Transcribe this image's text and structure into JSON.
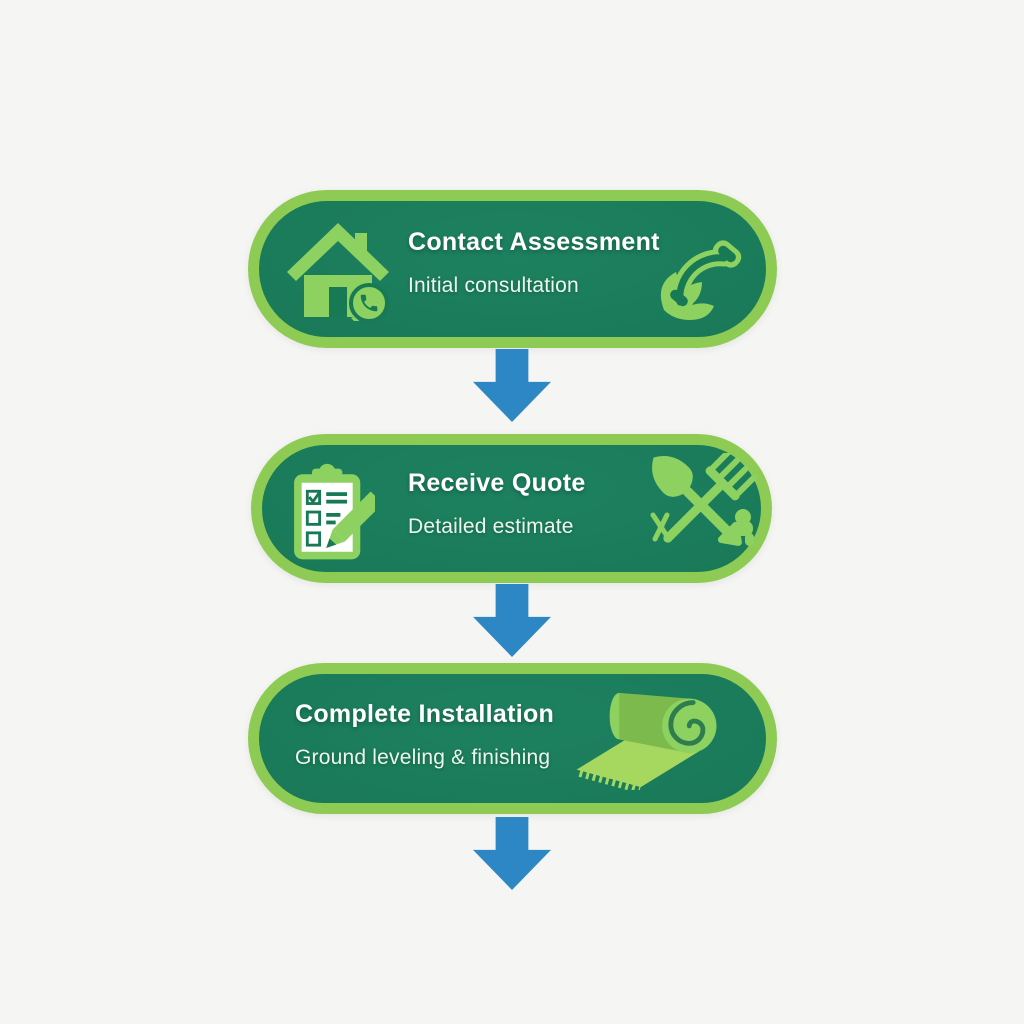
{
  "infographic": {
    "theme": "lawn-turf-installation-process",
    "background_color": "#f5f5f3"
  },
  "colors": {
    "pill_fill": "#177a55",
    "pill_border": "#8ecb55",
    "icon_green": "#8dd161",
    "icon_green_mid": "#7cba4e",
    "icon_green_light": "#a6d85f",
    "icon_detail_dark": "#177a55",
    "spiral_dark": "#2e7d4f",
    "arrow_blue": "#2d87c5",
    "title_text": "#ffffff",
    "subtitle_text": "#eef7ee",
    "paper_white": "#ffffff"
  },
  "steps": [
    {
      "title": "Contact Assessment",
      "subtitle": "Initial consultation",
      "left_icon": "house-phone-icon",
      "right_icon": "phone-leaf-icon"
    },
    {
      "title": "Receive Quote",
      "subtitle": "Detailed estimate",
      "left_icon": "clipboard-checklist-icon",
      "right_icon": "garden-tools-icon"
    },
    {
      "title": "Complete Installation",
      "subtitle": "Ground leveling & finishing",
      "right_icon": "turf-roll-icon"
    }
  ],
  "connectors": {
    "shape": "down-arrow",
    "count": 3
  }
}
